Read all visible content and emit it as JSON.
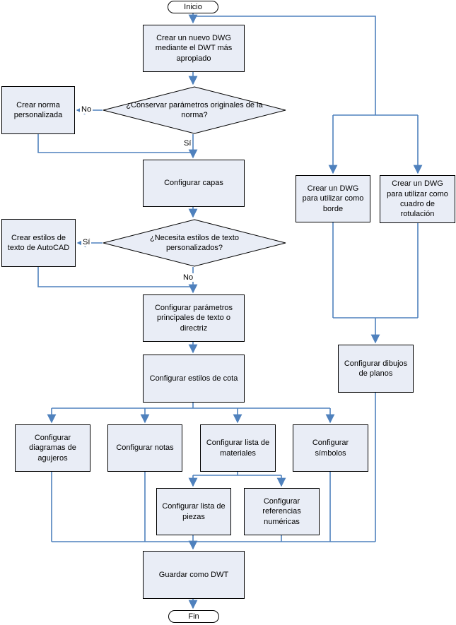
{
  "diagram": {
    "language": "es",
    "type": "flowchart",
    "topic": "Proceso de creación de plantillas DWT en AutoCAD"
  },
  "nodes": {
    "inicio": {
      "label": "Inicio",
      "shape": "terminator"
    },
    "crear_dwg": {
      "label": "Crear un nuevo DWG mediante el DWT más apropiado",
      "shape": "process"
    },
    "decision_norma": {
      "label": "¿Conservar parámetros originales de la norma?",
      "shape": "decision"
    },
    "crear_norma": {
      "label": "Crear norma personalizada",
      "shape": "process"
    },
    "configurar_capas": {
      "label": "Configurar capas",
      "shape": "process"
    },
    "decision_estilos": {
      "label": "¿Necesita estilos de texto personalizados?",
      "shape": "decision"
    },
    "crear_estilos": {
      "label": "Crear estilos de texto de AutoCAD",
      "shape": "process"
    },
    "configurar_parametros": {
      "label": "Configurar parámetros principales de texto o directriz",
      "shape": "process"
    },
    "configurar_cota": {
      "label": "Configurar estilos de cota",
      "shape": "process"
    },
    "configurar_agujeros": {
      "label": "Configurar diagramas de agujeros",
      "shape": "process"
    },
    "configurar_notas": {
      "label": "Configurar notas",
      "shape": "process"
    },
    "configurar_materiales": {
      "label": "Configurar lista de materiales",
      "shape": "process"
    },
    "configurar_simbolos": {
      "label": "Configurar símbolos",
      "shape": "process"
    },
    "configurar_piezas": {
      "label": "Configurar lista de piezas",
      "shape": "process"
    },
    "configurar_referencias": {
      "label": "Configurar referencias numéricas",
      "shape": "process"
    },
    "guardar_dwt": {
      "label": "Guardar como DWT",
      "shape": "process"
    },
    "fin": {
      "label": "Fin",
      "shape": "terminator"
    },
    "crear_borde": {
      "label": "Crear un DWG para utilizar como borde",
      "shape": "process"
    },
    "crear_rotulacion": {
      "label": "Crear un DWG para utilizar como cuadro de rotulación",
      "shape": "process"
    },
    "configurar_planos": {
      "label": "Configurar dibujos de planos",
      "shape": "process"
    }
  },
  "edge_labels": {
    "no_norma": "No",
    "si_norma": "Sí",
    "si_estilos": "Sí",
    "no_estilos": "No"
  },
  "colors": {
    "connector": "#4F81BD",
    "node_fill": "#E9EDF6",
    "node_border": "#000000",
    "terminator_fill": "#FFFFFF",
    "background": "#FFFFFF",
    "text": "#000000"
  }
}
